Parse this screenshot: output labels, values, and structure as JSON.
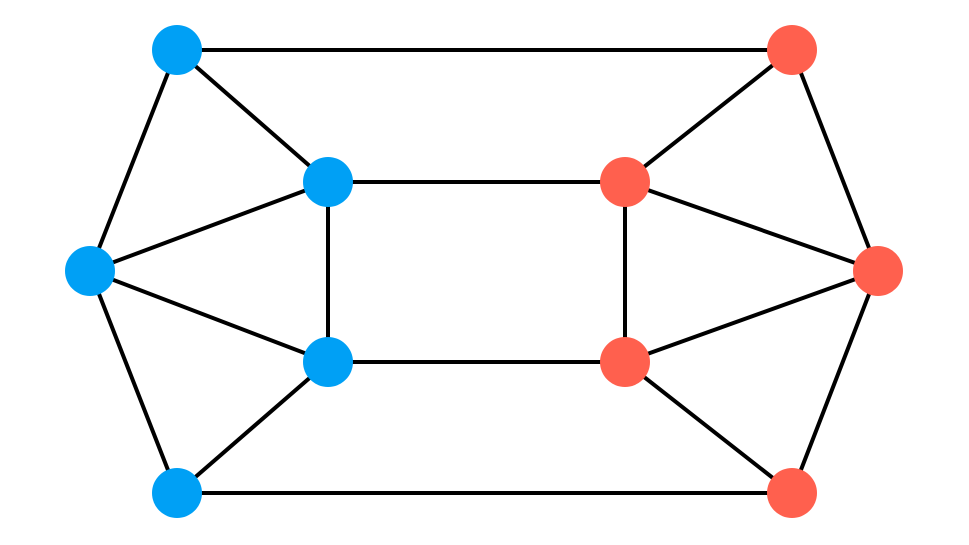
{
  "graph": {
    "colors": {
      "group_a": "#00A0F5",
      "group_b": "#FF604E",
      "edge": "#000000",
      "background": "#FFFFFF"
    },
    "nodes": [
      {
        "id": "a1",
        "group": "group_a"
      },
      {
        "id": "a2",
        "group": "group_a"
      },
      {
        "id": "a3",
        "group": "group_a"
      },
      {
        "id": "a4",
        "group": "group_a"
      },
      {
        "id": "a5",
        "group": "group_a"
      },
      {
        "id": "b1",
        "group": "group_b"
      },
      {
        "id": "b2",
        "group": "group_b"
      },
      {
        "id": "b3",
        "group": "group_b"
      },
      {
        "id": "b4",
        "group": "group_b"
      },
      {
        "id": "b5",
        "group": "group_b"
      }
    ],
    "edges": [
      [
        "a1",
        "b1"
      ],
      [
        "a1",
        "a2"
      ],
      [
        "a1",
        "a3"
      ],
      [
        "a2",
        "a3"
      ],
      [
        "a2",
        "a4"
      ],
      [
        "a2",
        "b2"
      ],
      [
        "a3",
        "a4"
      ],
      [
        "a3",
        "a5"
      ],
      [
        "a4",
        "a5"
      ],
      [
        "a4",
        "b4"
      ],
      [
        "a5",
        "b5"
      ],
      [
        "b1",
        "b2"
      ],
      [
        "b1",
        "b3"
      ],
      [
        "b2",
        "b3"
      ],
      [
        "b2",
        "b4"
      ],
      [
        "b3",
        "b4"
      ],
      [
        "b3",
        "b5"
      ],
      [
        "b4",
        "b5"
      ]
    ]
  }
}
